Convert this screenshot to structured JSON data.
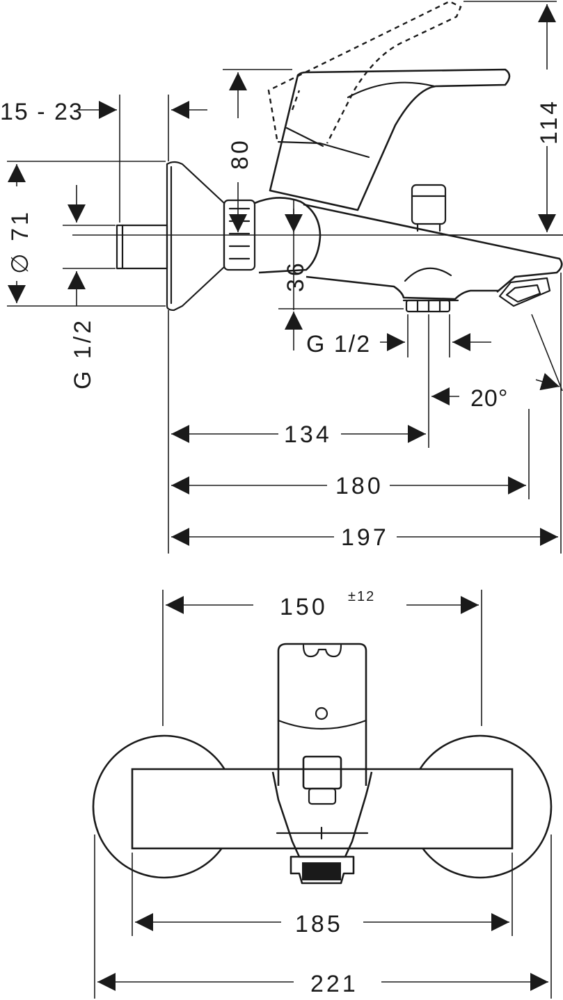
{
  "side_view": {
    "dim_wall_clearance": "15 - 23",
    "dim_height_handle": "80",
    "dim_height_total": "114",
    "dim_diameter_label": "∅ 71",
    "dim_inlet_thread": "G 1/2",
    "dim_spout_height": "36",
    "dim_outlet_thread": "G 1/2",
    "dim_angle": "20°",
    "dim_134": "134",
    "dim_180": "180",
    "dim_197": "197"
  },
  "top_view": {
    "dim_150": "150",
    "dim_150_tolerance": "±12",
    "dim_185": "185",
    "dim_221": "221"
  }
}
